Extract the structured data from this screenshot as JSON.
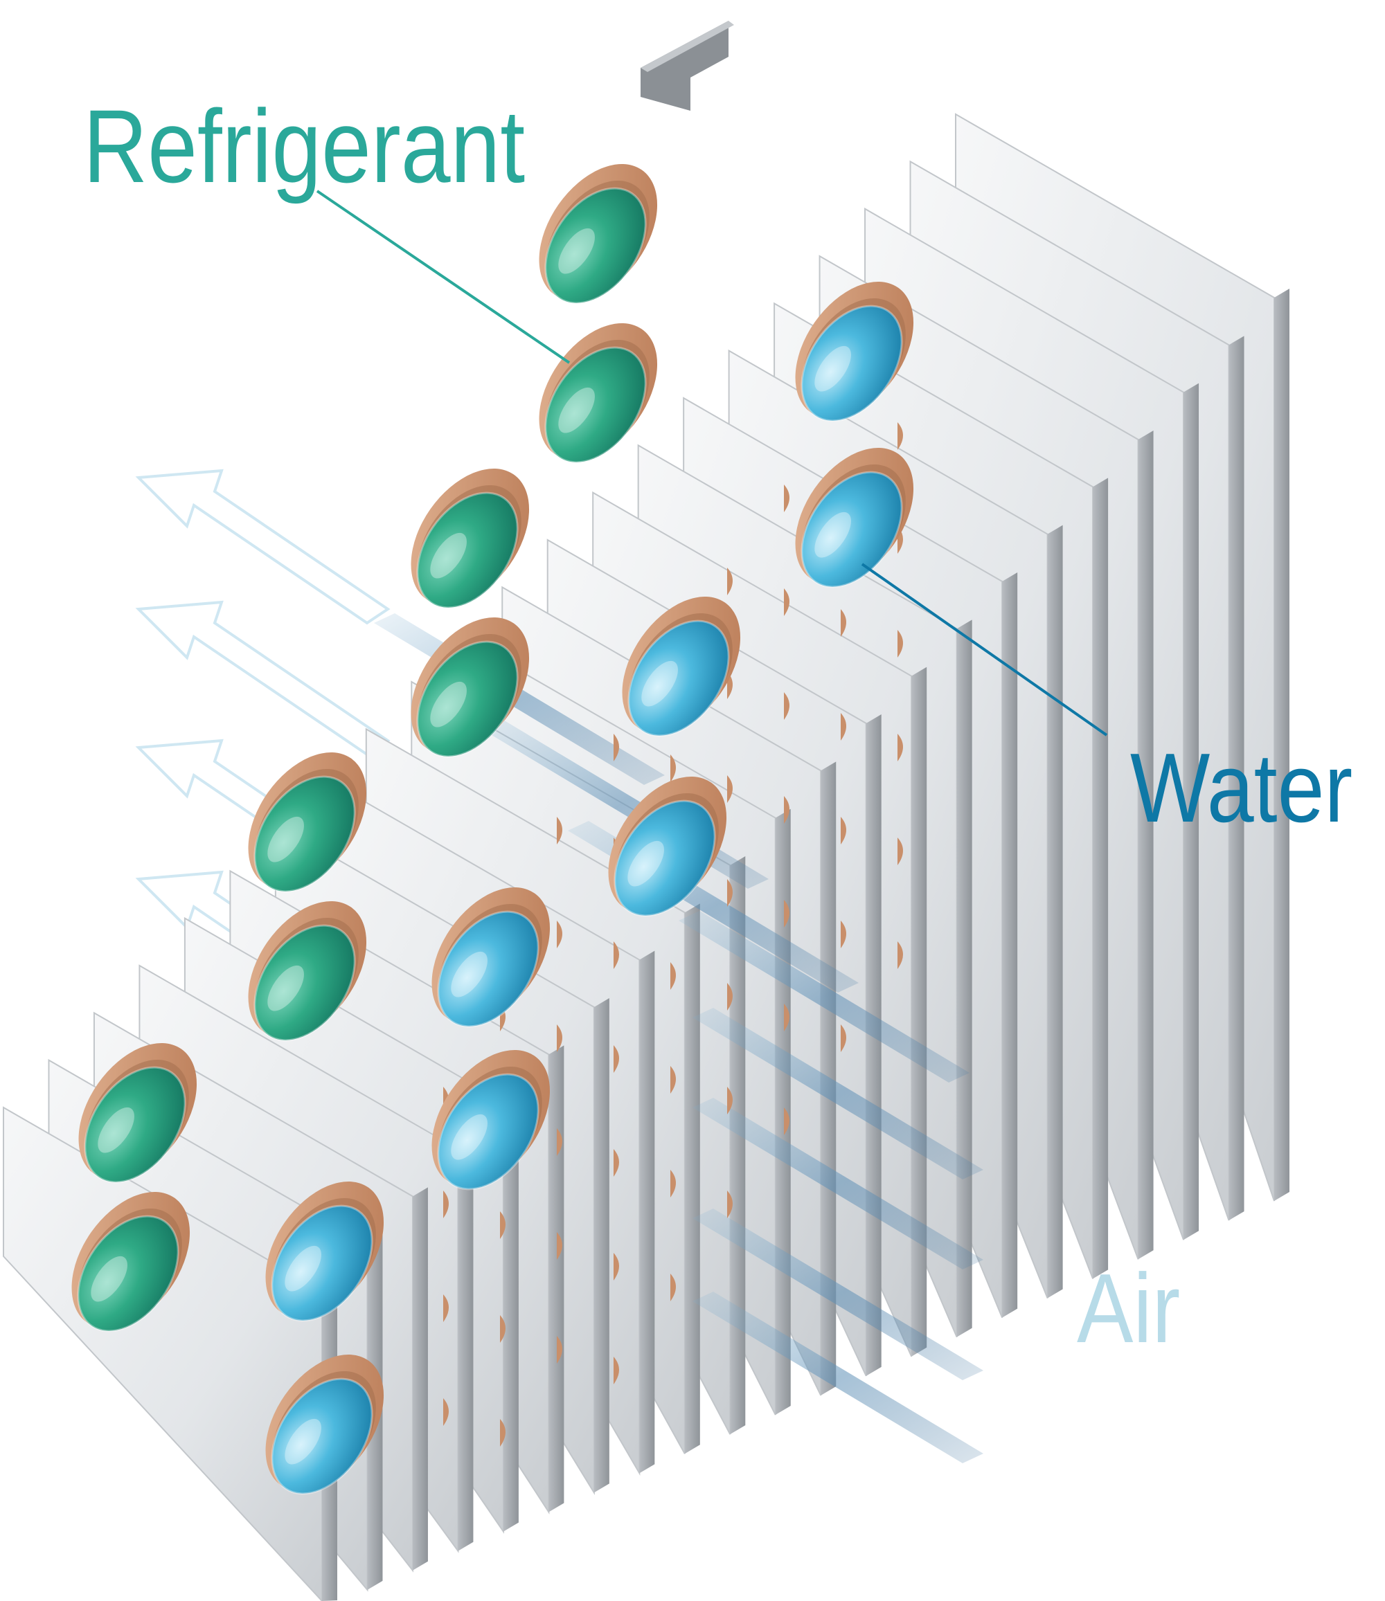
{
  "labels": {
    "refrigerant": "Refrigerant",
    "water": "Water",
    "air": "Air"
  },
  "colors": {
    "refrigerant": "#2aa89a",
    "water": "#0e78a6",
    "air": "#b7dbe8",
    "refrigerant_tube": "#1f9a7e",
    "water_tube": "#3fb2d6",
    "copper": "#c98f6a",
    "fin": "#e4e7ea",
    "frame": "#8d9196"
  },
  "icons": {
    "air_flow": "hollow-arrow-icon"
  }
}
